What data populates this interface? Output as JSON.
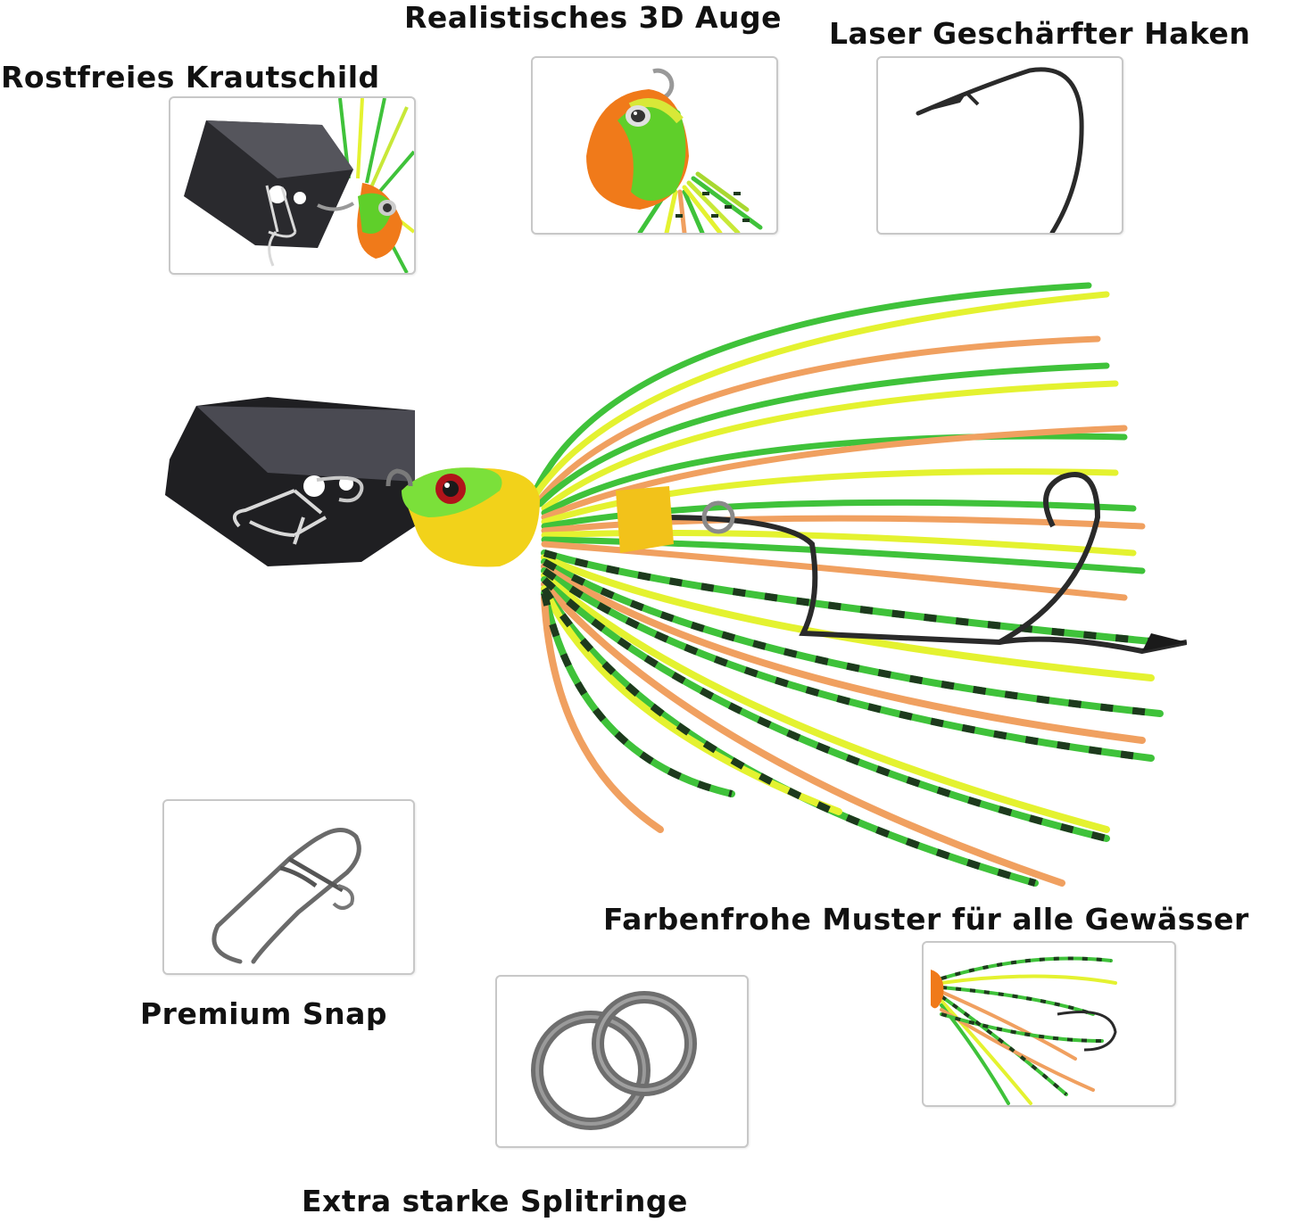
{
  "features": {
    "eye_label": "Realistisches 3D Auge",
    "hook_label": "Laser Geschärfter Haken",
    "shield_label": "Rostfreies Krautschild",
    "pattern_label": "Farbenfrohe Muster für alle Gewässer",
    "snap_label": "Premium Snap",
    "ring_label": "Extra starke Splitringe"
  },
  "colors": {
    "skirt_green": "#3fc23a",
    "skirt_yellow": "#e4f230",
    "skirt_orange": "#f0a060",
    "blade": "#2a2a2e",
    "head_yellow": "#f2d21a",
    "steel": "#8a8a8a"
  },
  "icons": {
    "hero": "chatterbait-lure-image",
    "shield": "blade-shield-image",
    "eye": "lure-eye-image",
    "hook": "hook-image",
    "pattern": "skirt-pattern-image",
    "snap": "snap-image",
    "rings": "split-rings-image"
  }
}
